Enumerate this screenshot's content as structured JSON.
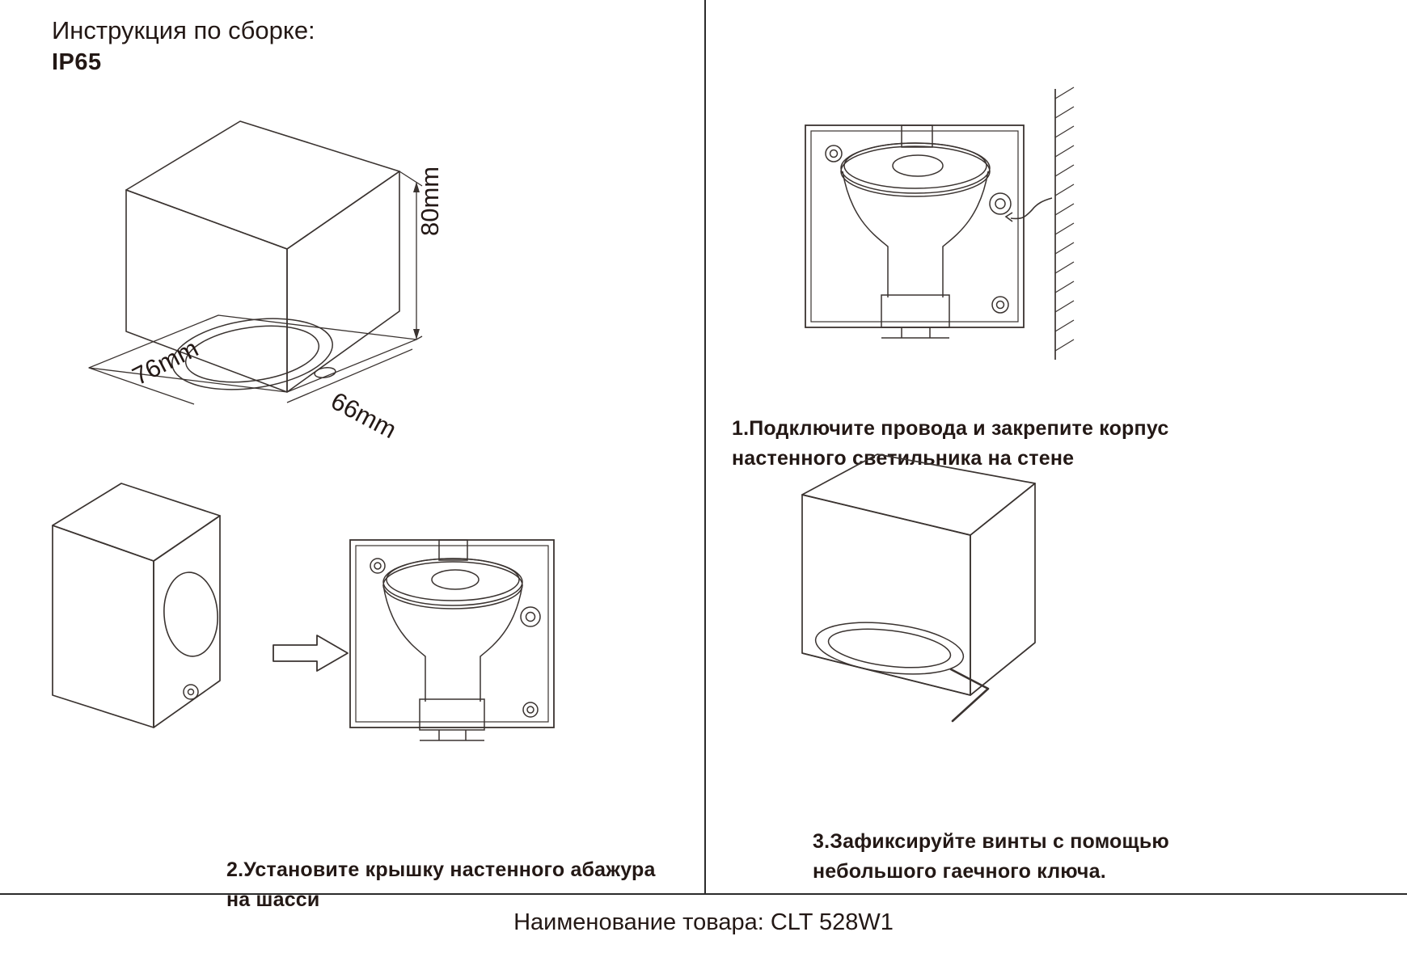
{
  "header": {
    "title": "Инструкция по сборке:",
    "ip_rating": "IP65"
  },
  "dimensions": {
    "width_label": "76mm",
    "depth_label": "66mm",
    "height_label": "80mm"
  },
  "steps": [
    {
      "id": "step-1",
      "caption": "1.Подключите провода и закрепите корпус настенного светильника на стене"
    },
    {
      "id": "step-2",
      "caption": "2.Установите крышку настенного абажура на шасси"
    },
    {
      "id": "step-3",
      "caption": "3.Зафиксируйте винты с помощью небольшого гаечного ключа."
    }
  ],
  "footer": {
    "product_label": "Наименование товара: CLT 528W1"
  },
  "colors": {
    "line": "#3a3330",
    "text": "#231815",
    "divider": "#2b2b2b",
    "background": "#ffffff"
  }
}
